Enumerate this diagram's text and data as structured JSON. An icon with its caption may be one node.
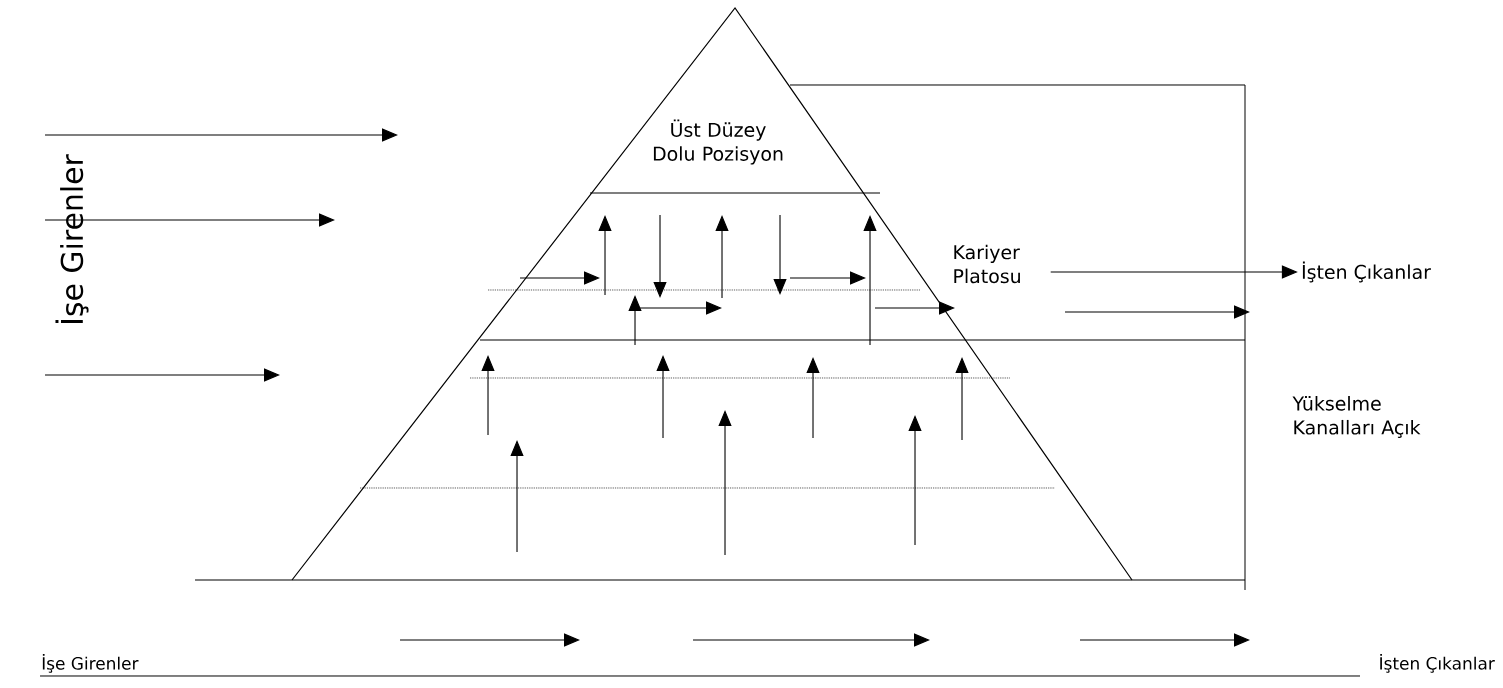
{
  "diagram": {
    "nodes": [
      {
        "text": [
          "Kariyer Platosu"
        ]
      },
      {
        "text": [
          "İşten Çıkanlar"
        ]
      }
    ],
    "edges": [
      {
        "from": 0,
        "to": 1,
        "arrow": "to"
      }
    ],
    "labels": [
      "Üst Düzey Dolu Pozisyon",
      "İşe Girenler",
      "Yükselme Kanalları Açık",
      "İşe Girenler",
      "İşten Çıkanlar"
    ]
  }
}
